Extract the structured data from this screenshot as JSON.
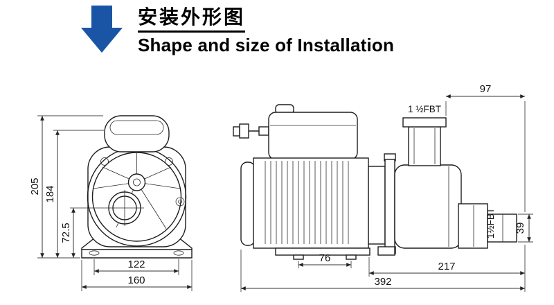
{
  "header": {
    "title_zh": "安装外形图",
    "title_en": "Shape and size of Installation",
    "arrow_color": "#1a55a5"
  },
  "front_view": {
    "dim_total_height": "205",
    "dim_motor_height": "184",
    "dim_inlet_center_height": "72.5",
    "dim_mount_slot_spacing": "122",
    "dim_base_width": "160"
  },
  "side_view": {
    "dim_outlet_offset": "97",
    "top_port_thread": "1 ½FBT",
    "side_port_thread": "1½FBT",
    "dim_outlet_size": "39",
    "dim_foot_slot_spacing": "76",
    "dim_pump_section_length": "217",
    "dim_total_length": "392"
  }
}
